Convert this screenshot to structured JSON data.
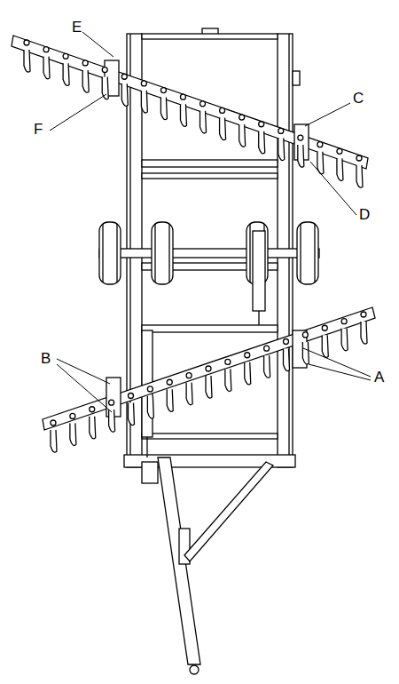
{
  "diagram": {
    "labels": [
      "E",
      "C",
      "F",
      "D",
      "B",
      "A"
    ]
  }
}
